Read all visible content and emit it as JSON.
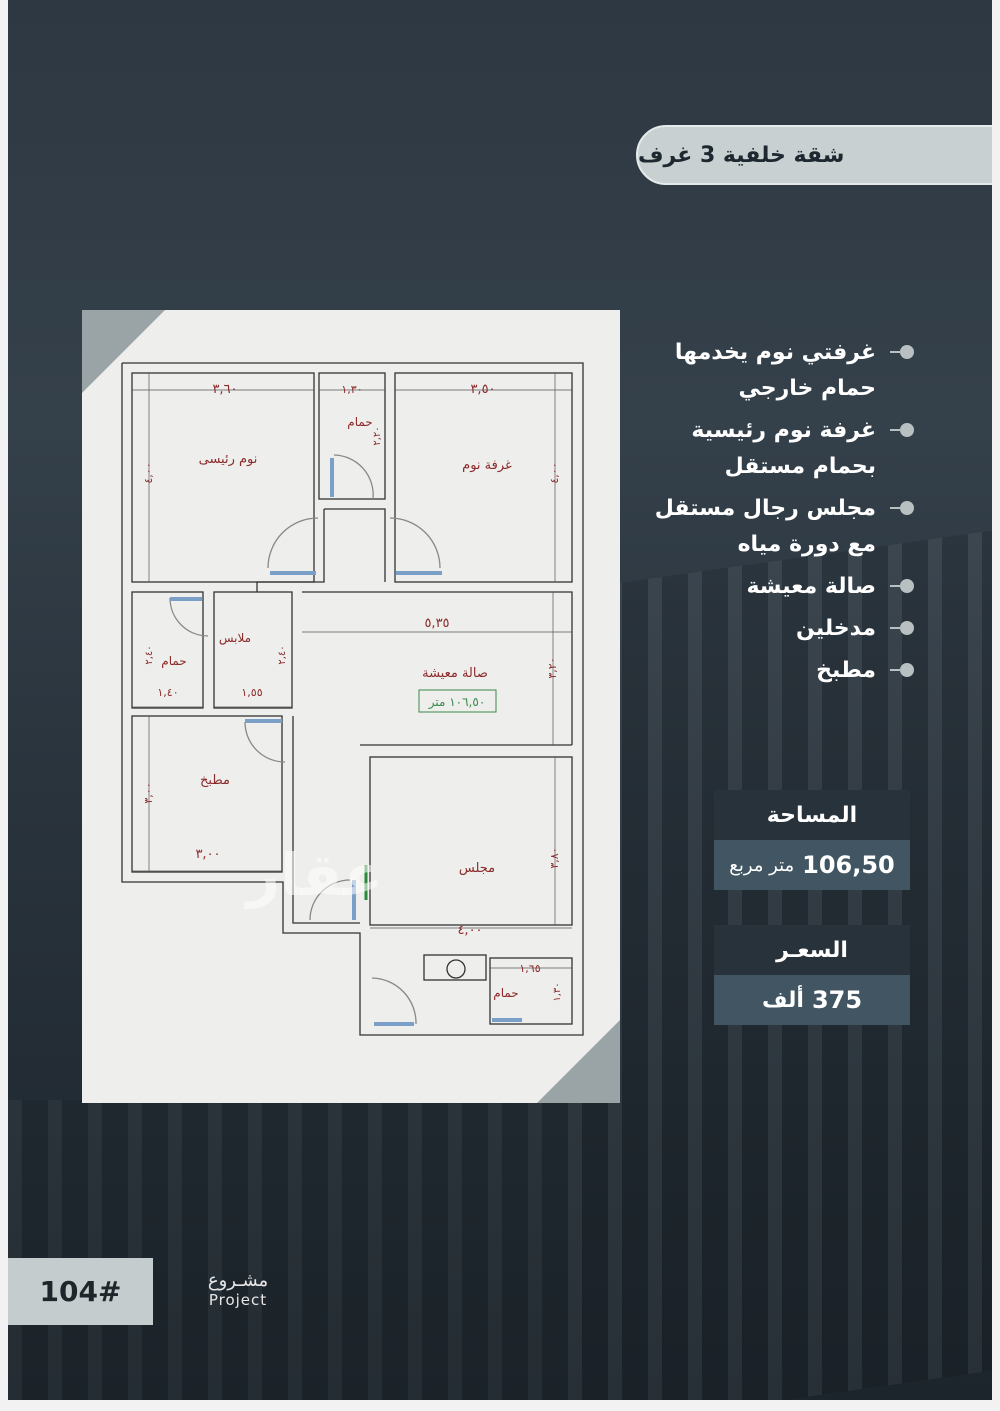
{
  "title": "شقة خلفية 3 غرف",
  "features": [
    {
      "lines": [
        "غرفتي نوم يخدمها",
        "حمام خارجي"
      ]
    },
    {
      "lines": [
        "غرفة نوم رئيسية",
        "بحمام مستقل"
      ]
    },
    {
      "lines": [
        "مجلس رجال مستقل",
        "مع دورة مياه"
      ]
    },
    {
      "lines": [
        "صالة معيشة"
      ]
    },
    {
      "lines": [
        "مدخلين"
      ]
    },
    {
      "lines": [
        "مطبخ"
      ]
    }
  ],
  "area": {
    "label": "المساحة",
    "value": "106,50",
    "unit": "متر مربع"
  },
  "price": {
    "label": "السعـر",
    "value": "375",
    "unit": "ألف"
  },
  "project": {
    "number": "104#",
    "label_ar": "مشـروع",
    "label_en": "Project"
  },
  "watermark": "عقار",
  "floor_plan": {
    "rooms": {
      "master_bedroom": "نوم رئيسى",
      "bathroom_top": "حمام",
      "bedroom": "غرفة نوم",
      "closet": "ملابس",
      "bathroom_left": "حمام",
      "living": "صالة معيشة",
      "living_area": "١٠٦,٥٠ متر",
      "kitchen": "مطبخ",
      "majlis": "مجلس",
      "bathroom_bottom": "حمام"
    },
    "dimensions": {
      "master_w": "٣,٦٠",
      "bath_top_w": "١,٣٠",
      "bedroom_w": "٣,٥٠",
      "master_h": "٤,٠٠",
      "bath_top_h": "٢,٢٠",
      "bedroom_h": "٤,٠٠",
      "living_w": "٥,٣٥",
      "living_h": "٣,٢٠",
      "bath_left_w": "١,٤٠",
      "bath_left_h": "٢,٤٠",
      "closet_w": "١,٥٥",
      "closet_h": "٢,٤٠",
      "kitchen_w": "٣,٠٠",
      "kitchen_h": "٣,٠٠",
      "majlis_w": "٤,٠٠",
      "majlis_h": "٣,٨٠",
      "bath_bottom_w": "١,٦٥",
      "bath_bottom_h": "١,٣٠"
    }
  },
  "colors": {
    "background": "#2e3842",
    "pill": "#c9d0d1",
    "box_header": "#27323b",
    "box_value": "#415662",
    "plan_label": "#8b2a2a",
    "area_tag": "#3a8a4a"
  }
}
